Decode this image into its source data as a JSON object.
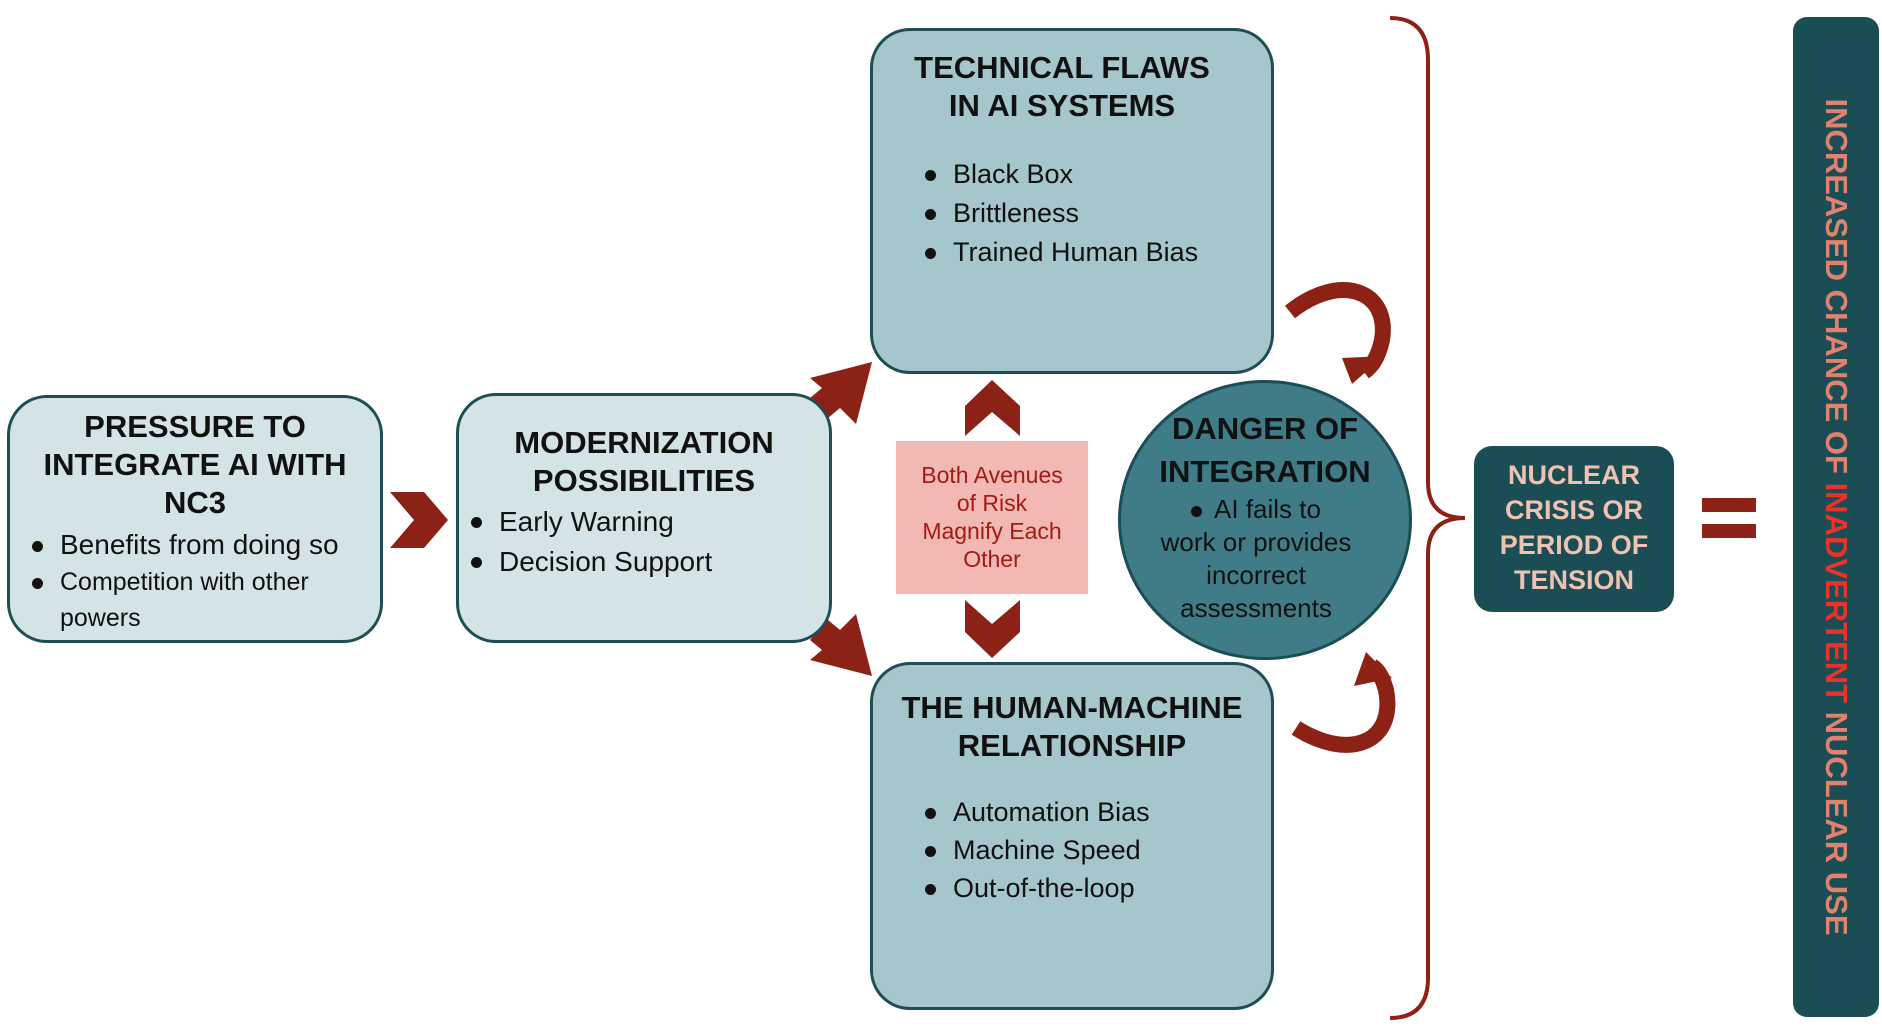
{
  "pressure_box": {
    "title_lines": [
      "PRESSURE TO",
      "INTEGRATE AI WITH",
      "NC3"
    ],
    "bullets": [
      "Benefits from doing so",
      "Competition with other powers"
    ]
  },
  "modernization_box": {
    "title_lines": [
      "MODERNIZATION",
      "POSSIBILITIES"
    ],
    "bullets": [
      "Early Warning",
      "Decision Support"
    ]
  },
  "technical_flaws_box": {
    "title_lines": [
      "TECHNICAL FLAWS",
      "IN AI SYSTEMS"
    ],
    "bullets": [
      "Black Box",
      "Brittleness",
      "Trained Human Bias"
    ]
  },
  "human_machine_box": {
    "title_lines": [
      "THE HUMAN-MACHINE",
      "RELATIONSHIP"
    ],
    "bullets": [
      "Automation Bias",
      "Machine Speed",
      "Out-of-the-loop"
    ]
  },
  "magnify_note": {
    "lines": [
      "Both Avenues",
      "of Risk",
      "Magnify Each",
      "Other"
    ]
  },
  "danger_circle": {
    "title_lines": [
      "DANGER OF",
      "INTEGRATION"
    ],
    "body_lines": [
      "AI fails to",
      "work or provides",
      "incorrect",
      "assessments"
    ]
  },
  "nuclear_crisis_box": {
    "lines": [
      "NUCLEAR",
      "CRISIS OR",
      "PERIOD OF",
      "TENSION"
    ]
  },
  "result_banner": {
    "text_before": "INCREASED CHANCE OF ",
    "text_highlight": "INADVERTENT",
    "text_after": " NUCLEAR USE"
  },
  "colors": {
    "arrow": "#8b2215",
    "dark_teal": "#1b4d55",
    "circle_teal": "#3f7c87",
    "light_box": "#d3e3e6",
    "mid_box": "#a5c6cb",
    "note_bg": "#f2b8b3",
    "note_text": "#a31b12",
    "banner_text": "#e0826e",
    "banner_highlight": "#e8322a",
    "crisis_text": "#f0c2b2"
  }
}
